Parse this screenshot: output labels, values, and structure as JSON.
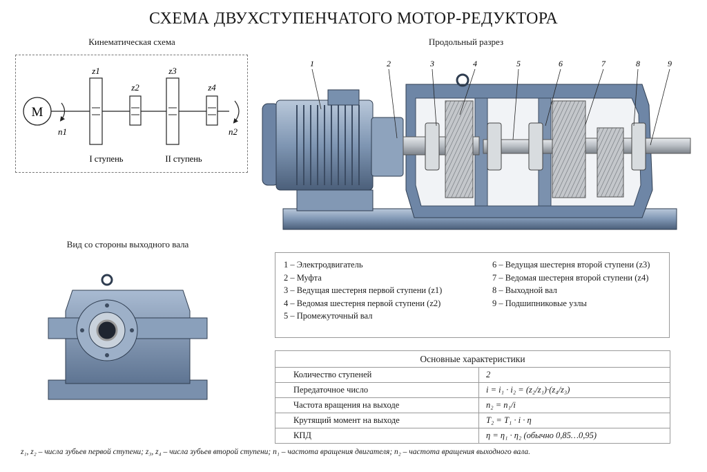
{
  "title": "СХЕМА ДВУХСТУПЕНЧАТОГО МОТОР-РЕДУКТОРА",
  "kinematic": {
    "heading": "Кинематическая схема",
    "motor_label": "M",
    "gears": [
      "z1",
      "z2",
      "z3",
      "z4"
    ],
    "n_in": "n1",
    "n_out": "n2",
    "stage1": "I ступень",
    "stage2": "II ступень"
  },
  "section": {
    "heading": "Продольный разрез",
    "callouts": [
      "1",
      "2",
      "3",
      "4",
      "5",
      "6",
      "7",
      "8",
      "9"
    ]
  },
  "end_view": {
    "heading": "Вид со стороны выходного вала"
  },
  "legend": {
    "left": [
      "1  –  Электродвигатель",
      "2  –  Муфта",
      "3  –  Ведущая шестерня первой ступени (z1)",
      "4  –  Ведомая шестерня первой ступени (z2)",
      "5  –  Промежуточный вал"
    ],
    "right": [
      "6  –  Ведущая шестерня второй ступени (z3)",
      "7  –  Ведомая шестерня второй ступени (z4)",
      "8  –  Выходной вал",
      "9  –  Подшипниковые узлы"
    ]
  },
  "specs": {
    "header": "Основные характеристики",
    "rows": [
      {
        "name": "Количество ступеней",
        "value": "2"
      },
      {
        "name": "Передаточное число",
        "value": "i = i₁ · i₂ = (z₂/z₁)·(z₄/z₃)"
      },
      {
        "name": "Частота вращения на выходе",
        "value": "n₂ = n₁/i"
      },
      {
        "name": "Крутящий момент на выходе",
        "value": "T₂ = T₁ · i · η"
      },
      {
        "name": "КПД",
        "value": "η = η₁ · η₂ (обычно 0,85…0,95)"
      }
    ]
  },
  "footnote": "z₁, z₂ – числа зубьев первой ступени;     z₃, z₄ – числа зубьев второй ступени;     n₁ – частота вращения двигателя;     n₂ – частота вращения выходного вала."
}
